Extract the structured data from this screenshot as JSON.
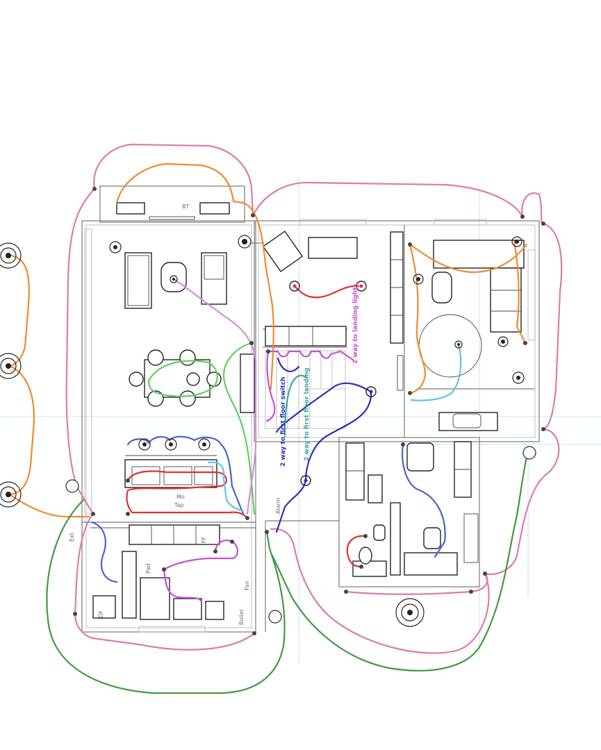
{
  "colors": {
    "pink": "#e07aa7",
    "orange": "#ee8a2e",
    "red": "#e0312f",
    "blue": "#2a2fb8",
    "mid_blue": "#4a62c8",
    "green": "#3f9a3c",
    "light_green": "#5fcf5c",
    "violet": "#c94fd6",
    "light_violet": "#d78be0",
    "teal": "#3aa89a",
    "cyan": "#5ec4e6"
  },
  "labels": {
    "bt": "BT",
    "ext": "Ext",
    "mo": "Mo",
    "tap": "Tap",
    "pad": "Pad",
    "df": "DF",
    "fan": "Fan",
    "boiler": "Boiler",
    "alarm": "Alarm",
    "ff": "FF"
  },
  "notes": {
    "landing_lights": "2 way to landing lights",
    "first_floor_switch": "2 way to first floor switch",
    "first_floor_landing": "2 way to first floor landing"
  },
  "icons": [
    "ceiling-rose-icon",
    "downlight-icon",
    "switch-icon",
    "socket-icon",
    "fan-icon"
  ]
}
